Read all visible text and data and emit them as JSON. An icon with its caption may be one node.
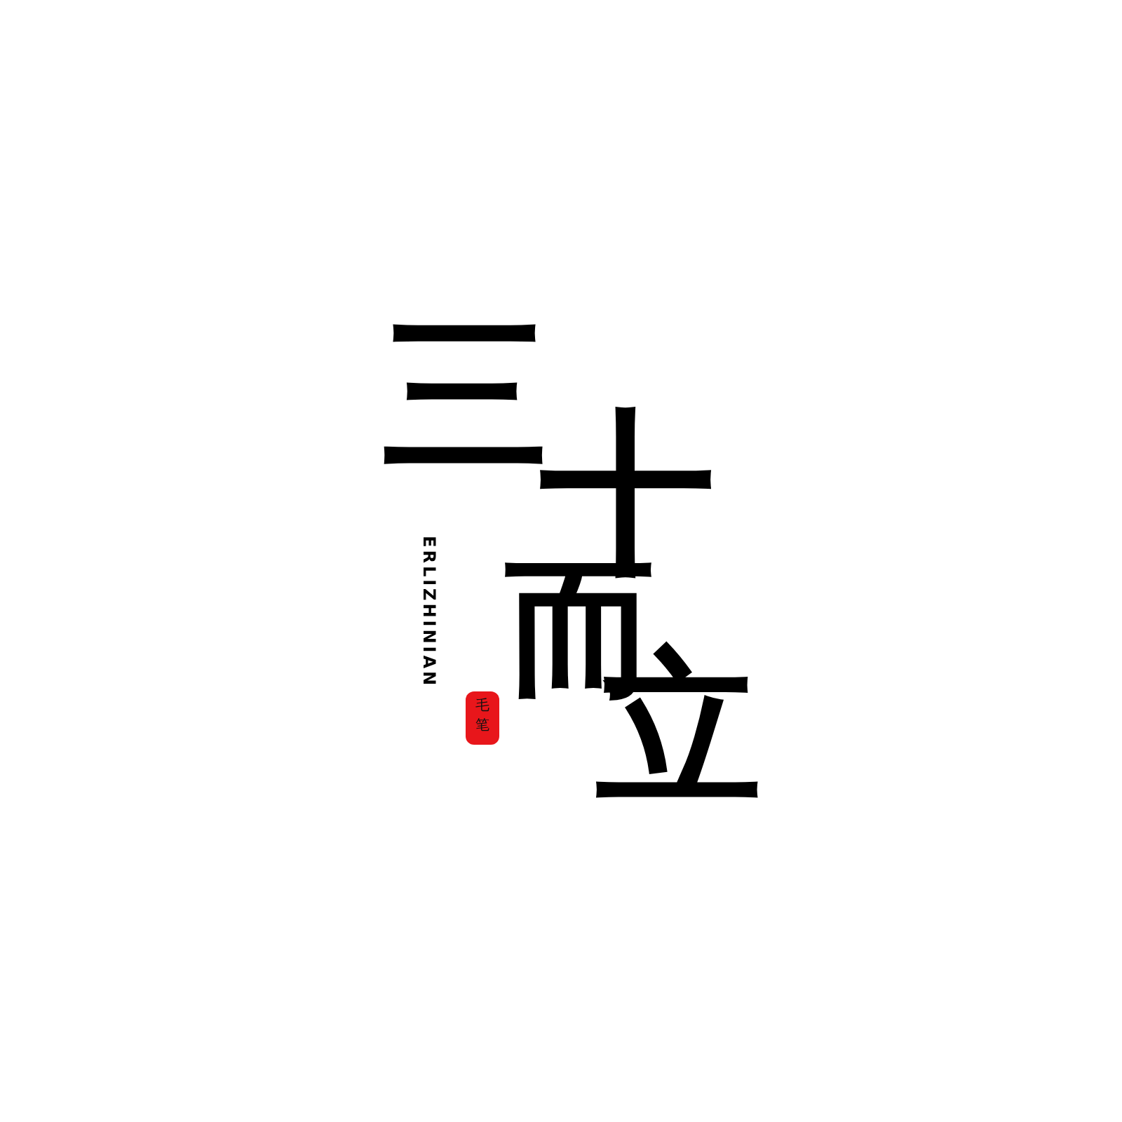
{
  "diagram": {
    "labels": [
      "三",
      "十",
      "而",
      "立",
      "ERLIZHINIAN",
      "毛笔"
    ]
  }
}
